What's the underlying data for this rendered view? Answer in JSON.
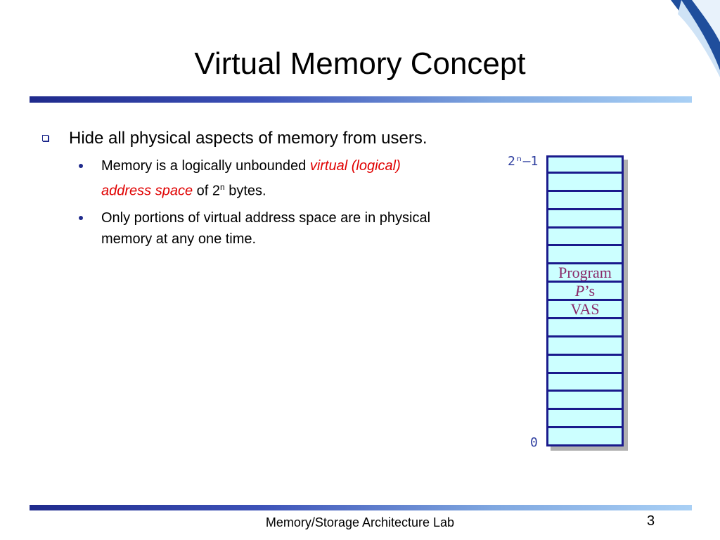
{
  "slide": {
    "title": "Virtual Memory Concept",
    "bullets": [
      {
        "text": "Hide all physical aspects of memory from users.",
        "sub": [
          {
            "pre": "Memory is a logically unbounded ",
            "emph": "virtual (logical) address space",
            "post": " of 2",
            "sup": "n",
            "tail": " bytes."
          },
          {
            "text": "Only portions of virtual address space are in physical memory at any one time."
          }
        ]
      }
    ],
    "diagram": {
      "top_label": "2ⁿ–1",
      "bottom_label": "0",
      "block_label_line1": "Program",
      "block_label_line2_italic": "P",
      "block_label_line2_rest": "’s",
      "block_label_line3": "VAS",
      "cell_count": 16
    },
    "footer": "Memory/Storage Architecture Lab",
    "page_number": "3",
    "colors": {
      "rule_start": "#1f2a8c",
      "rule_end": "#a9d0f5",
      "cell_fill": "#ccffff",
      "cell_border": "#1a1a8c",
      "emphasis": "#e00000",
      "vas_text": "#8a2a6a"
    }
  }
}
